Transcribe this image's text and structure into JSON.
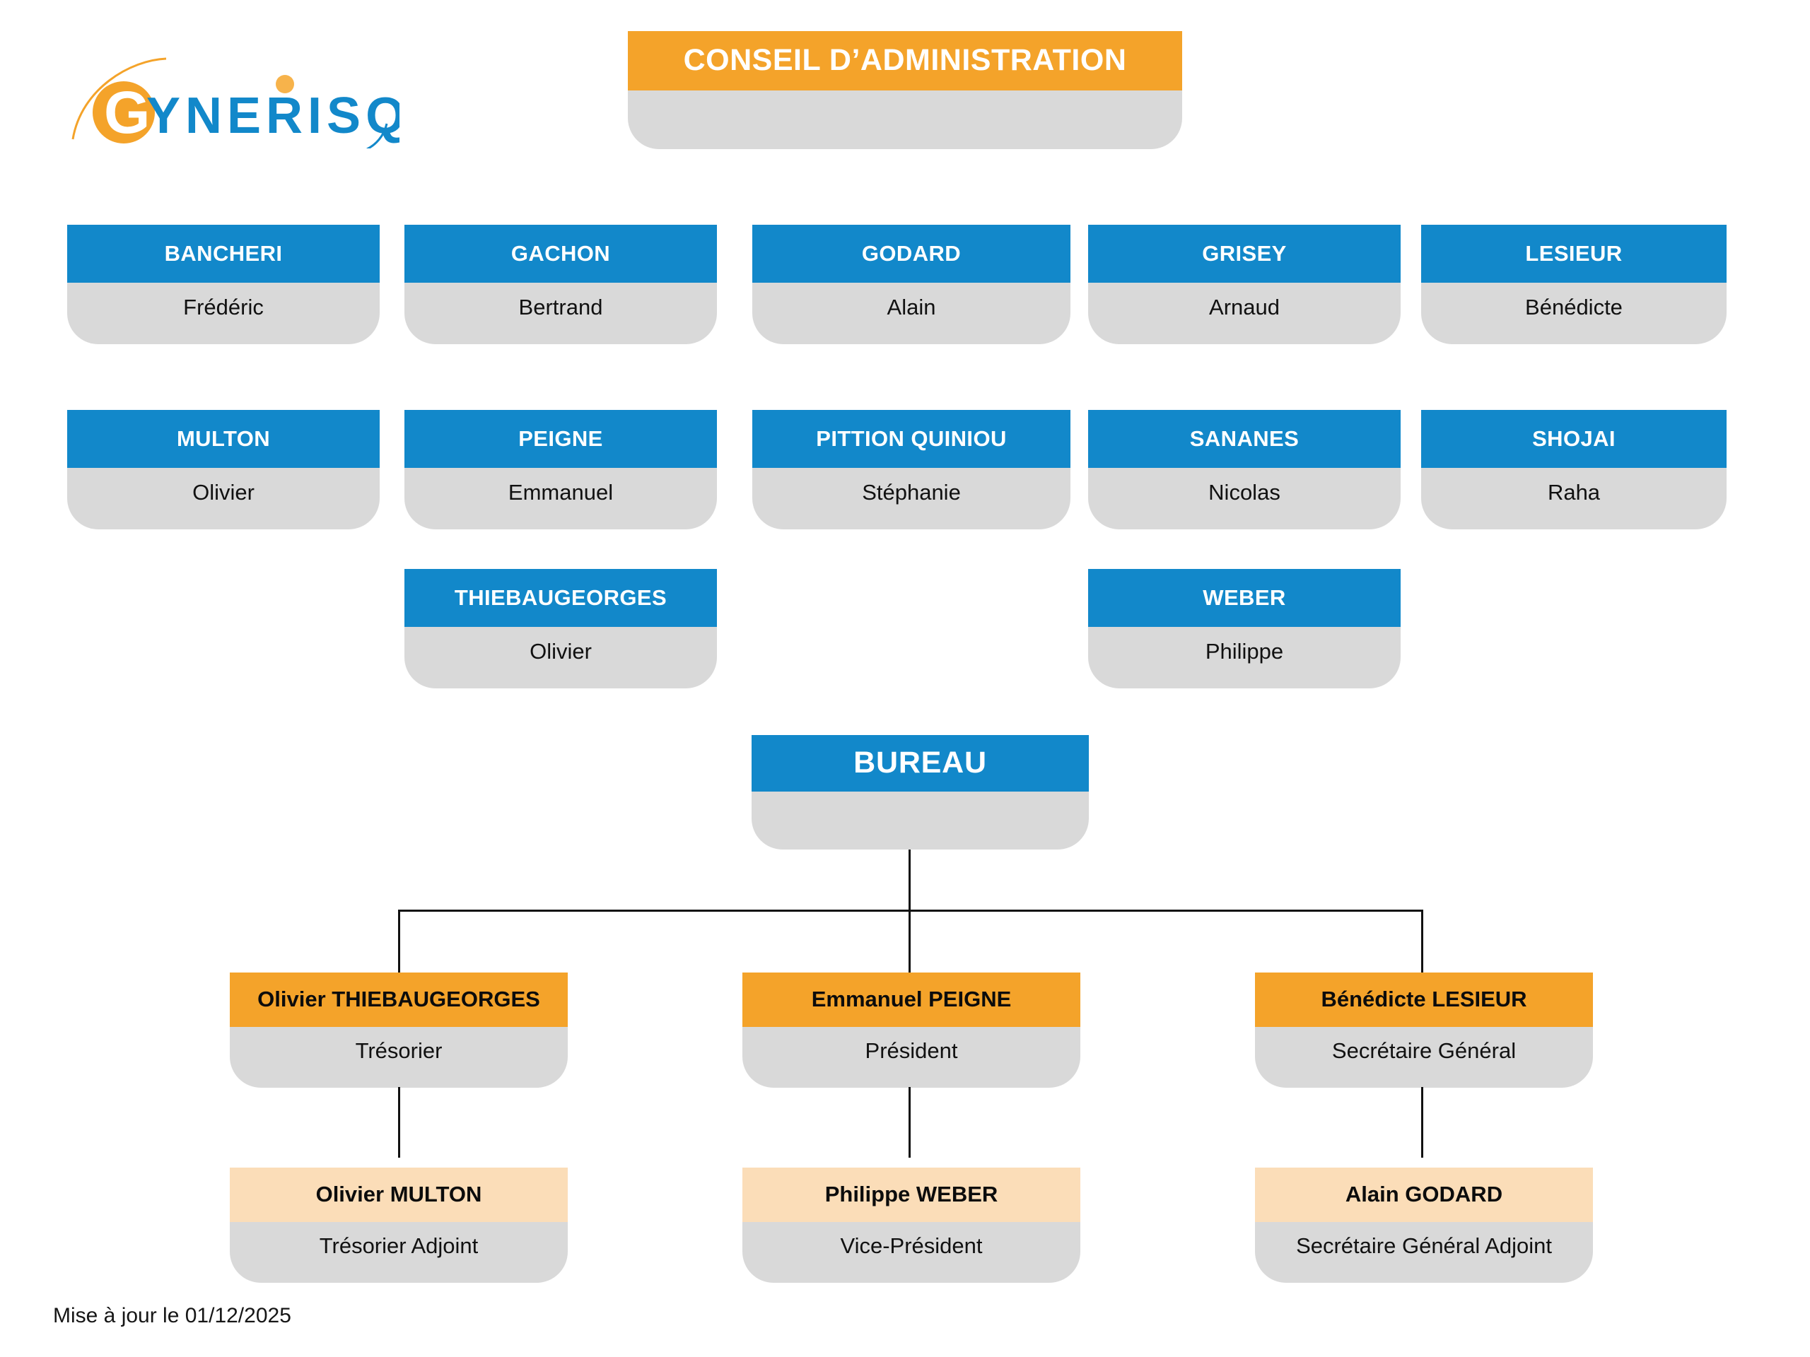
{
  "logo": {
    "text_lead": "G",
    "text_rest": "YNERISQ",
    "circle_color": "#F4A32A",
    "text_color": "#1288CA",
    "arc_orange": "#F4A32A",
    "arc_blue": "#1288CA"
  },
  "colors": {
    "blue": "#1288CA",
    "orange": "#F4A32A",
    "peach": "#FBDDB8",
    "gray": "#d9d9d9",
    "line": "#111111"
  },
  "title": {
    "label": "CONSEIL D’ADMINISTRATION"
  },
  "bureau": {
    "label": "BUREAU"
  },
  "members": [
    {
      "surname": "BANCHERI",
      "firstname": "Frédéric"
    },
    {
      "surname": "GACHON",
      "firstname": "Bertrand"
    },
    {
      "surname": "GODARD",
      "firstname": "Alain"
    },
    {
      "surname": "GRISEY",
      "firstname": "Arnaud"
    },
    {
      "surname": "LESIEUR",
      "firstname": "Bénédicte"
    },
    {
      "surname": "MULTON",
      "firstname": "Olivier"
    },
    {
      "surname": "PEIGNE",
      "firstname": "Emmanuel"
    },
    {
      "surname": "PITTION QUINIOU",
      "firstname": "Stéphanie"
    },
    {
      "surname": "SANANES",
      "firstname": "Nicolas"
    },
    {
      "surname": "SHOJAI",
      "firstname": "Raha"
    },
    {
      "surname": "THIEBAUGEORGES",
      "firstname": "Olivier"
    },
    {
      "surname": "WEBER",
      "firstname": "Philippe"
    }
  ],
  "officers": [
    {
      "name": "Olivier THIEBAUGEORGES",
      "role": "Trésorier"
    },
    {
      "name": "Emmanuel PEIGNE",
      "role": "Président"
    },
    {
      "name": "Bénédicte LESIEUR",
      "role": "Secrétaire Général"
    }
  ],
  "deputies": [
    {
      "name": "Olivier MULTON",
      "role": "Trésorier Adjoint"
    },
    {
      "name": "Philippe WEBER",
      "role": "Vice-Président"
    },
    {
      "name": "Alain GODARD",
      "role": "Secrétaire Général Adjoint"
    }
  ],
  "footer": {
    "updated": "Mise à jour le 01/12/2025"
  }
}
